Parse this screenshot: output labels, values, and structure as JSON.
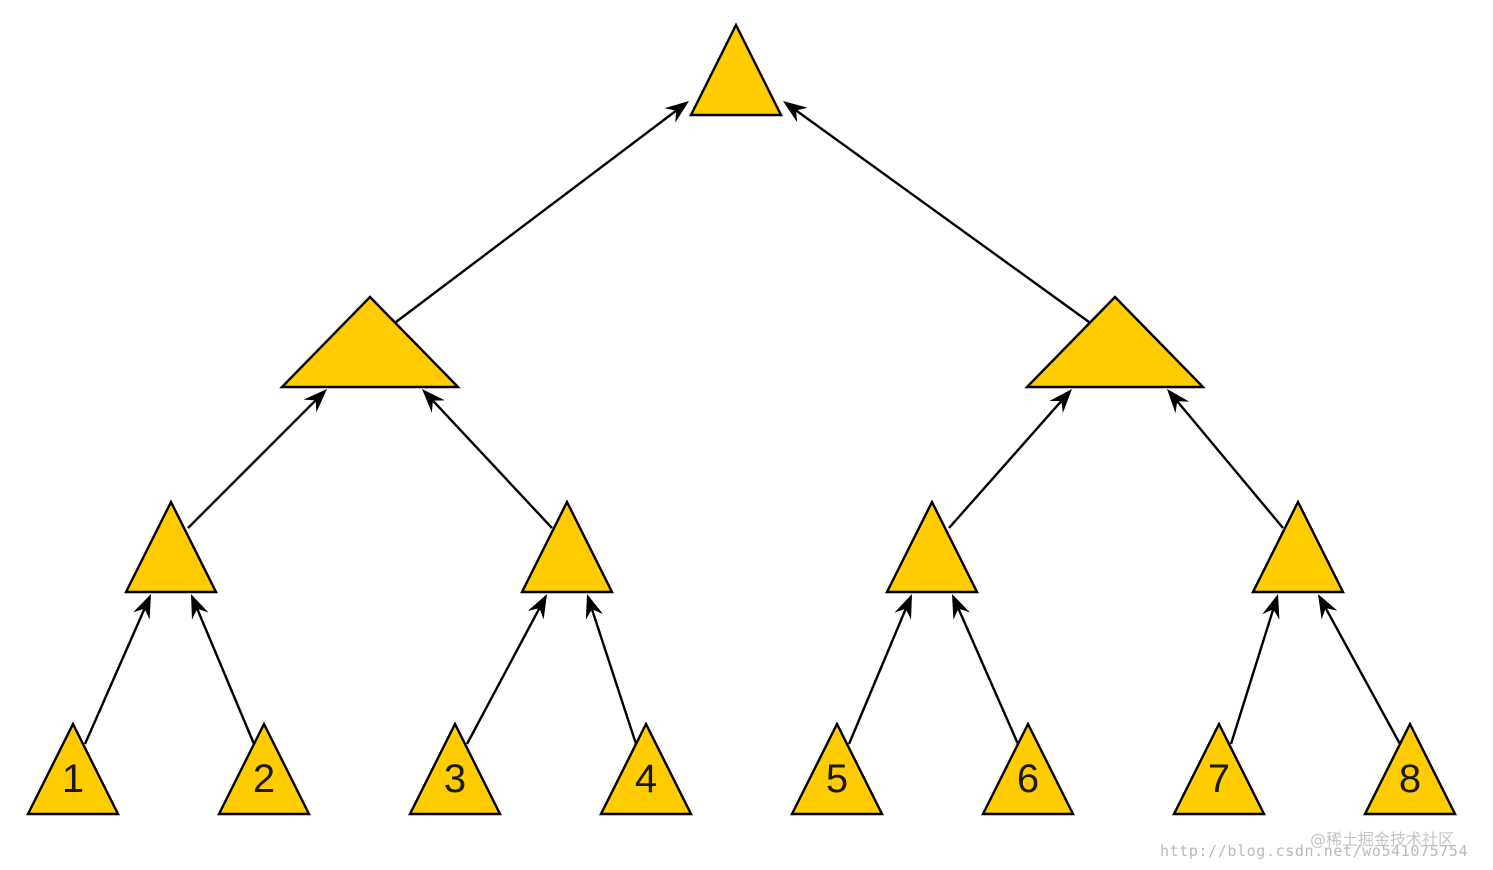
{
  "leaves": [
    {
      "id": "leaf-1",
      "label": "1"
    },
    {
      "id": "leaf-2",
      "label": "2"
    },
    {
      "id": "leaf-3",
      "label": "3"
    },
    {
      "id": "leaf-4",
      "label": "4"
    },
    {
      "id": "leaf-5",
      "label": "5"
    },
    {
      "id": "leaf-6",
      "label": "6"
    },
    {
      "id": "leaf-7",
      "label": "7"
    },
    {
      "id": "leaf-8",
      "label": "8"
    }
  ],
  "internal_nodes": [
    "root",
    "level1-left",
    "level1-right",
    "level2-a",
    "level2-b",
    "level2-c",
    "level2-d"
  ],
  "edges": [
    {
      "from": "leaf-1",
      "to": "level2-a"
    },
    {
      "from": "leaf-2",
      "to": "level2-a"
    },
    {
      "from": "leaf-3",
      "to": "level2-b"
    },
    {
      "from": "leaf-4",
      "to": "level2-b"
    },
    {
      "from": "leaf-5",
      "to": "level2-c"
    },
    {
      "from": "leaf-6",
      "to": "level2-c"
    },
    {
      "from": "leaf-7",
      "to": "level2-d"
    },
    {
      "from": "leaf-8",
      "to": "level2-d"
    },
    {
      "from": "level2-a",
      "to": "level1-left"
    },
    {
      "from": "level2-b",
      "to": "level1-left"
    },
    {
      "from": "level2-c",
      "to": "level1-right"
    },
    {
      "from": "level2-d",
      "to": "level1-right"
    },
    {
      "from": "level1-left",
      "to": "root"
    },
    {
      "from": "level1-right",
      "to": "root"
    }
  ],
  "colors": {
    "node_fill": "#FFCC00",
    "stroke": "#000000"
  },
  "watermark": {
    "brand": "@稀土掘金技术社区",
    "url": "http://blog.csdn.net/wo541075754"
  }
}
